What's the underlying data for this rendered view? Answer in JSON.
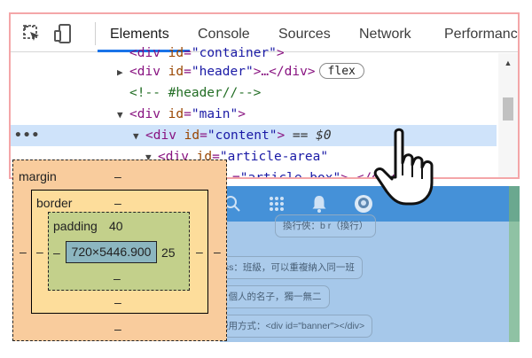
{
  "devtools": {
    "toolbar": {
      "inspect_icon": "cursor-select-icon",
      "device_icon": "device-toggle-icon",
      "tabs": [
        {
          "label": "Elements",
          "active": true
        },
        {
          "label": "Console",
          "active": false
        },
        {
          "label": "Sources",
          "active": false
        },
        {
          "label": "Network",
          "active": false
        },
        {
          "label": "Performance",
          "active": false
        }
      ],
      "accent_color": "#1a73e8",
      "border_color": "#f4a6a8"
    },
    "dom_tree": {
      "row0": {
        "open": "<div ",
        "attr": "id",
        "eq": "=",
        "value": "\"container\"",
        "close": ">"
      },
      "row1": {
        "open": "<div ",
        "attr": "id",
        "eq": "=",
        "value": "\"header\"",
        "close": ">…</div>",
        "badge": "flex"
      },
      "row2": {
        "comment": "<!-- #header//-->"
      },
      "row3": {
        "open": "<div ",
        "attr": "id",
        "eq": "=",
        "value": "\"main\"",
        "close": ">"
      },
      "row4": {
        "open": "<div ",
        "attr": "id",
        "eq": "=",
        "value": "\"content\"",
        "close": ">",
        "suffix": " == $0",
        "ellipsis": "•••"
      },
      "row5": {
        "open": "<div ",
        "attr": "id",
        "eq": "=",
        "value": "\"article-area\""
      },
      "row6": {
        "eq": "=",
        "value": "\"article-box\"",
        "close": "> </div>"
      },
      "selected_color": "#cfe3fa"
    }
  },
  "box_model": {
    "margin_label": "margin",
    "margin_top": "–",
    "margin_left": "–",
    "margin_right": "–",
    "margin_bottom": "–",
    "border_label": "border",
    "border_top": "–",
    "border_left": "–",
    "border_right": "–",
    "border_bottom": "–",
    "padding_label": "padding",
    "padding_top": "40",
    "padding_left": "–",
    "padding_right": "25",
    "padding_bottom": "–",
    "content": "720×5446.900",
    "colors": {
      "margin": "#f9cc9d",
      "border": "#fddd9b",
      "padding": "#c3d08b",
      "content": "#8cb6c0"
    }
  },
  "webpage": {
    "nav_icons": [
      "search-icon",
      "grid-icon",
      "bell-icon",
      "avatar-icon"
    ],
    "notes": [
      "換行俠：b r（換行）",
      "ass：班級，可以重複納入同一班",
      "：個人的名子，獨一無二",
      "使用方式：<div id=\"banner\"></div>"
    ],
    "navbar_color": "#4591d8"
  },
  "cursor": "hand-pointer-icon"
}
